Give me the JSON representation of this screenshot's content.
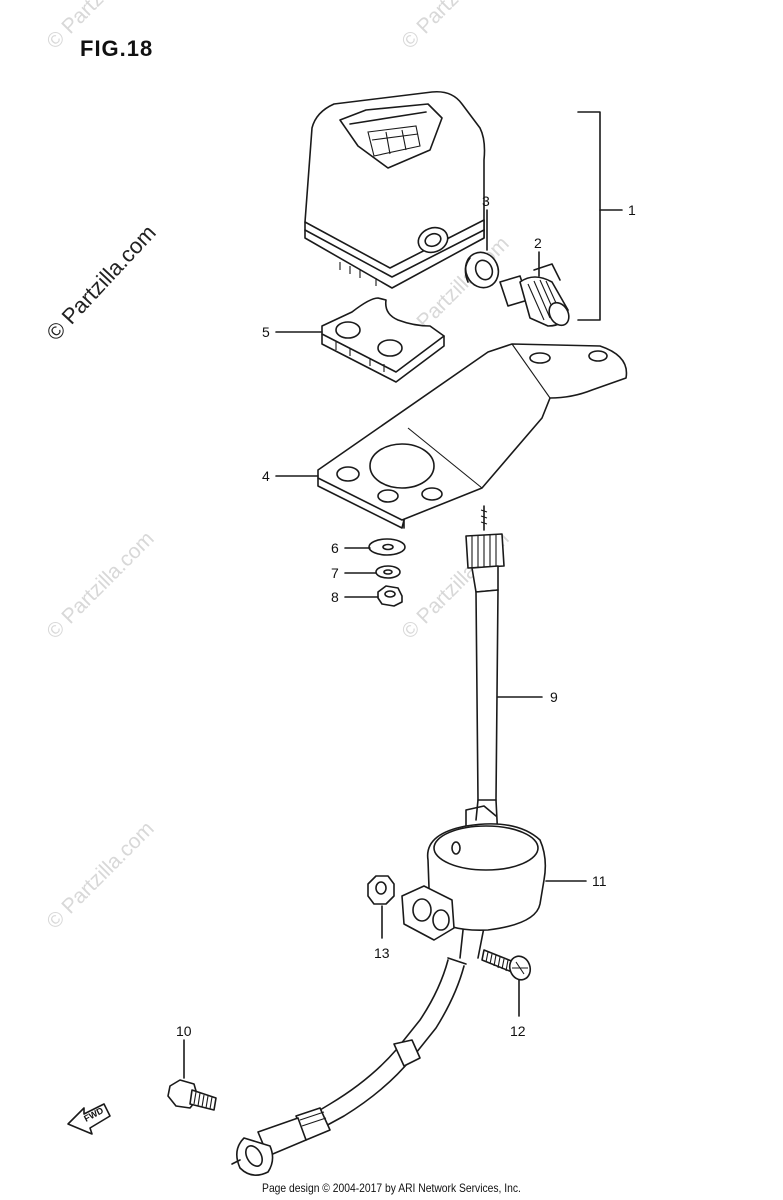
{
  "figure": {
    "title": "FIG.18"
  },
  "watermark": {
    "text": "© Partzilla.com"
  },
  "footer": {
    "text": "Page design © 2004-2017 by ARI Network Services, Inc."
  },
  "fwd_badge": {
    "text": "FWD"
  },
  "callouts": [
    {
      "id": "1",
      "label": "1"
    },
    {
      "id": "2",
      "label": "2"
    },
    {
      "id": "3",
      "label": "3"
    },
    {
      "id": "4",
      "label": "4"
    },
    {
      "id": "5",
      "label": "5"
    },
    {
      "id": "6",
      "label": "6"
    },
    {
      "id": "7",
      "label": "7"
    },
    {
      "id": "8",
      "label": "8"
    },
    {
      "id": "9",
      "label": "9"
    },
    {
      "id": "10",
      "label": "10"
    },
    {
      "id": "11",
      "label": "11"
    },
    {
      "id": "12",
      "label": "12"
    },
    {
      "id": "13",
      "label": "13"
    }
  ]
}
